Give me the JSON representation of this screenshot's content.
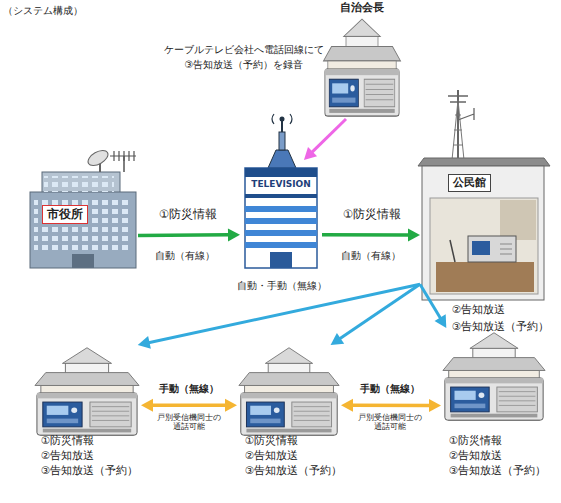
{
  "diagram": {
    "title": "（システム構成）",
    "nodes": [
      {
        "text": [
          "自治会長"
        ]
      },
      {
        "text": [
          "市役所"
        ]
      },
      {
        "text": [
          "TELEVISION"
        ]
      },
      {
        "text": [
          "公民館",
          "②告知放送",
          "③告知放送（予約）"
        ]
      },
      {
        "text": [
          "①防災情報",
          "②告知放送",
          "③告知放送（予約）"
        ]
      },
      {
        "text": [
          "①防災情報",
          "②告知放送",
          "③告知放送（予約）"
        ]
      },
      {
        "text": [
          "①防災情報",
          "②告知放送",
          "③告知放送（予約）"
        ]
      }
    ],
    "edges": [
      {
        "from": 0,
        "to": 2,
        "arrow": "to",
        "label": "ケーブルテレビ会社へ電話回線にて ③告知放送（予約）を録音"
      },
      {
        "from": 1,
        "to": 2,
        "arrow": "to",
        "label": "①防災情報"
      },
      {
        "from": 2,
        "to": 3,
        "arrow": "to",
        "label": "①防災情報"
      },
      {
        "from": 3,
        "to": 4,
        "arrow": "to"
      },
      {
        "from": 3,
        "to": 5,
        "arrow": "to"
      },
      {
        "from": 3,
        "to": 6,
        "arrow": "to"
      },
      {
        "from": 4,
        "to": 5,
        "arrow": "both",
        "label": "手動（無線）"
      },
      {
        "from": 5,
        "to": 6,
        "arrow": "both",
        "label": "手動（無線）"
      }
    ],
    "labels": [
      "自動（有線）",
      "自動（有線）",
      "自動・手動（無線）",
      "戸別受信機同士の 通話可能",
      "戸別受信機同士の 通話可能"
    ]
  }
}
